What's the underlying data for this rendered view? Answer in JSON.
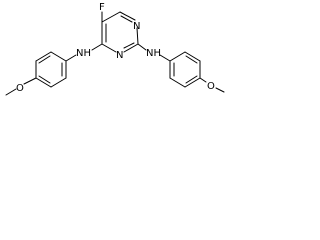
{
  "atoms": {
    "fluorine": "F",
    "ring_n_top": "N",
    "ring_n_bottom": "N",
    "nh_left": "NH",
    "nh_right": "NH",
    "o_left": "O",
    "o_right": "O"
  },
  "colors": {
    "bond": "#000000",
    "label": "#000000",
    "background": "#ffffff"
  }
}
